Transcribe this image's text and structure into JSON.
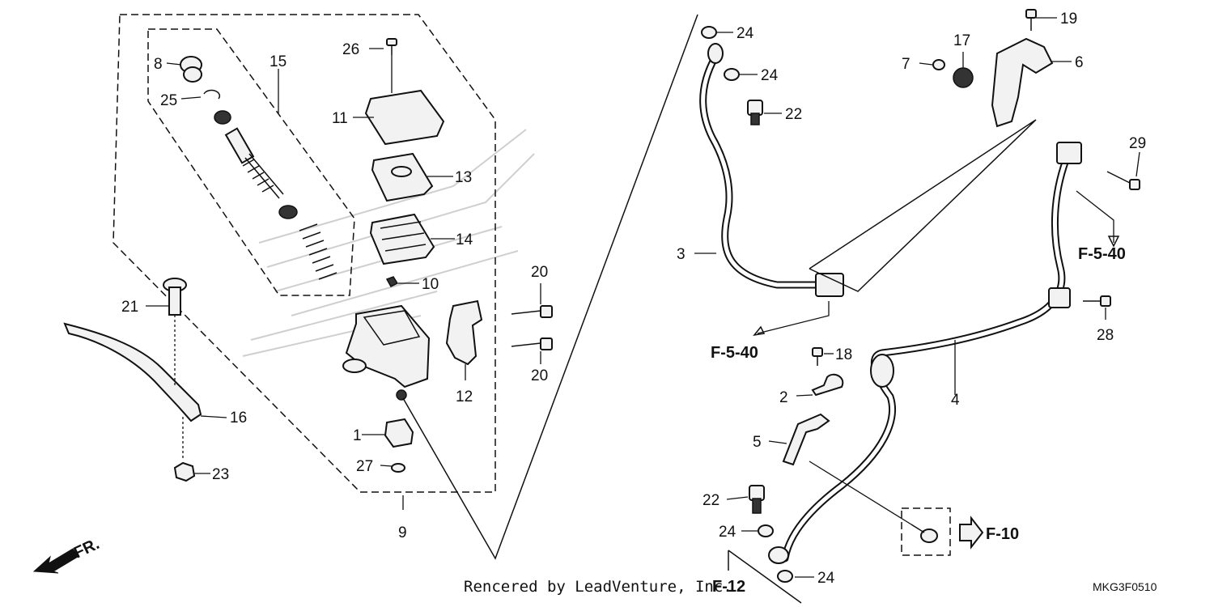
{
  "diagram": {
    "callouts": [
      {
        "id": "c1",
        "text": "1"
      },
      {
        "id": "c2",
        "text": "2"
      },
      {
        "id": "c3",
        "text": "3"
      },
      {
        "id": "c4",
        "text": "4"
      },
      {
        "id": "c5",
        "text": "5"
      },
      {
        "id": "c6",
        "text": "6"
      },
      {
        "id": "c7",
        "text": "7"
      },
      {
        "id": "c8",
        "text": "8"
      },
      {
        "id": "c9",
        "text": "9"
      },
      {
        "id": "c10",
        "text": "10"
      },
      {
        "id": "c11",
        "text": "11"
      },
      {
        "id": "c12",
        "text": "12"
      },
      {
        "id": "c13",
        "text": "13"
      },
      {
        "id": "c14",
        "text": "14"
      },
      {
        "id": "c15",
        "text": "15"
      },
      {
        "id": "c16",
        "text": "16"
      },
      {
        "id": "c17",
        "text": "17"
      },
      {
        "id": "c18",
        "text": "18"
      },
      {
        "id": "c19",
        "text": "19"
      },
      {
        "id": "c20a",
        "text": "20"
      },
      {
        "id": "c20b",
        "text": "20"
      },
      {
        "id": "c21",
        "text": "21"
      },
      {
        "id": "c22a",
        "text": "22"
      },
      {
        "id": "c22b",
        "text": "22"
      },
      {
        "id": "c23",
        "text": "23"
      },
      {
        "id": "c24a",
        "text": "24"
      },
      {
        "id": "c24b",
        "text": "24"
      },
      {
        "id": "c24c",
        "text": "24"
      },
      {
        "id": "c24d",
        "text": "24"
      },
      {
        "id": "c25",
        "text": "25"
      },
      {
        "id": "c26",
        "text": "26"
      },
      {
        "id": "c27",
        "text": "27"
      },
      {
        "id": "c28",
        "text": "28"
      },
      {
        "id": "c29",
        "text": "29"
      }
    ],
    "references": {
      "f540_left": "F-5-40",
      "f540_right": "F-5-40",
      "f10": "F-10",
      "f12": "F-12"
    },
    "front_marker": "FR.",
    "credit": "Rencered by LeadVenture, Inc.",
    "diagram_code": "MKG3F0510"
  }
}
